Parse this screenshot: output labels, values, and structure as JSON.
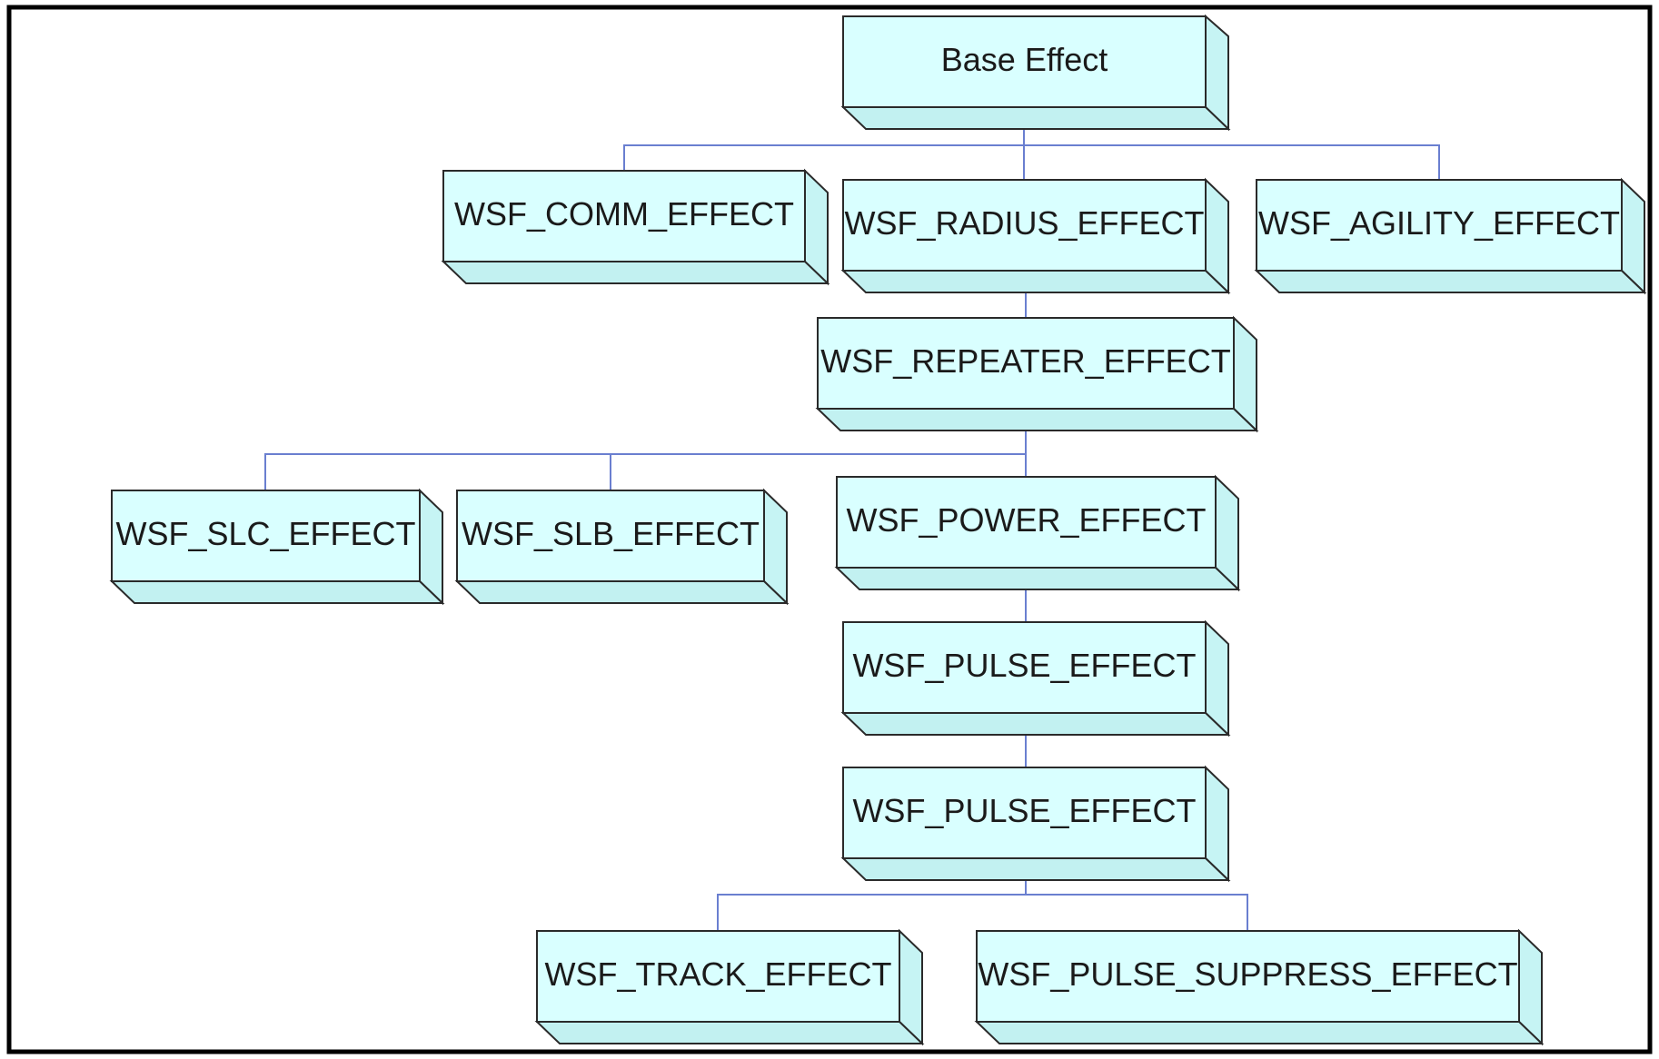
{
  "diagram": {
    "nodes": {
      "base": "Base Effect",
      "comm": "WSF_COMM_EFFECT",
      "radius": "WSF_RADIUS_EFFECT",
      "agility": "WSF_AGILITY_EFFECT",
      "repeater": "WSF_REPEATER_EFFECT",
      "slc": "WSF_SLC_EFFECT",
      "slb": "WSF_SLB_EFFECT",
      "power": "WSF_POWER_EFFECT",
      "pulse1": "WSF_PULSE_EFFECT",
      "pulse2": "WSF_PULSE_EFFECT",
      "track": "WSF_TRACK_EFFECT",
      "pulse_suppress": "WSF_PULSE_SUPPRESS_EFFECT"
    },
    "edges": [
      [
        "base",
        "comm"
      ],
      [
        "base",
        "radius"
      ],
      [
        "base",
        "agility"
      ],
      [
        "radius",
        "repeater"
      ],
      [
        "repeater",
        "slc"
      ],
      [
        "repeater",
        "slb"
      ],
      [
        "repeater",
        "power"
      ],
      [
        "power",
        "pulse1"
      ],
      [
        "pulse1",
        "pulse2"
      ],
      [
        "pulse2",
        "track"
      ],
      [
        "pulse2",
        "pulse_suppress"
      ]
    ],
    "colors": {
      "box_front": "#d9ffff",
      "box_side": "#c6f4f4",
      "box_bottom": "#c2f1f1",
      "box_stroke": "#2a2a2a",
      "connector": "#6a7fd0",
      "frame": "#000000"
    }
  }
}
